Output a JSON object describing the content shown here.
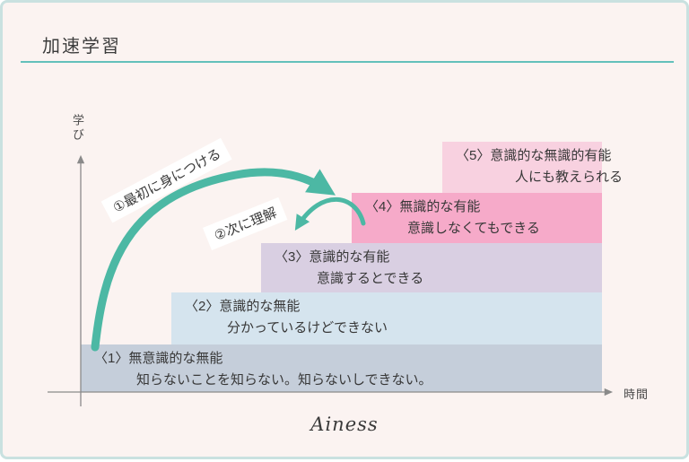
{
  "page": {
    "title": "加速学習"
  },
  "chart": {
    "y_axis_label": "学び",
    "x_axis_label": "時間",
    "steps": [
      {
        "num": "〈1〉",
        "title": "無意識的な無能",
        "desc": "知らないことを知らない。知らないしできない。",
        "color": "#c5ceda"
      },
      {
        "num": "〈2〉",
        "title": "意識的な無能",
        "desc": "分かっているけどできない",
        "color": "#d5e4ee"
      },
      {
        "num": "〈3〉",
        "title": "意識的な有能",
        "desc": "意識するとできる",
        "color": "#d9cfe2"
      },
      {
        "num": "〈4〉",
        "title": "無識的な有能",
        "desc": "意識しなくてもできる",
        "color": "#f6aac9"
      },
      {
        "num": "〈5〉",
        "title": "意識的な無識的有能",
        "desc": "人にも教えられる",
        "color": "#f8d1e0"
      }
    ],
    "annotations": [
      {
        "label": "①最初に身につける"
      },
      {
        "label": "②次に理解"
      }
    ]
  },
  "colors": {
    "arrow_teal": "#4cb8a4",
    "axis_gray": "#8a8a8a",
    "underline_teal": "#63c0bb"
  },
  "footer": {
    "logo": "Ainess"
  }
}
